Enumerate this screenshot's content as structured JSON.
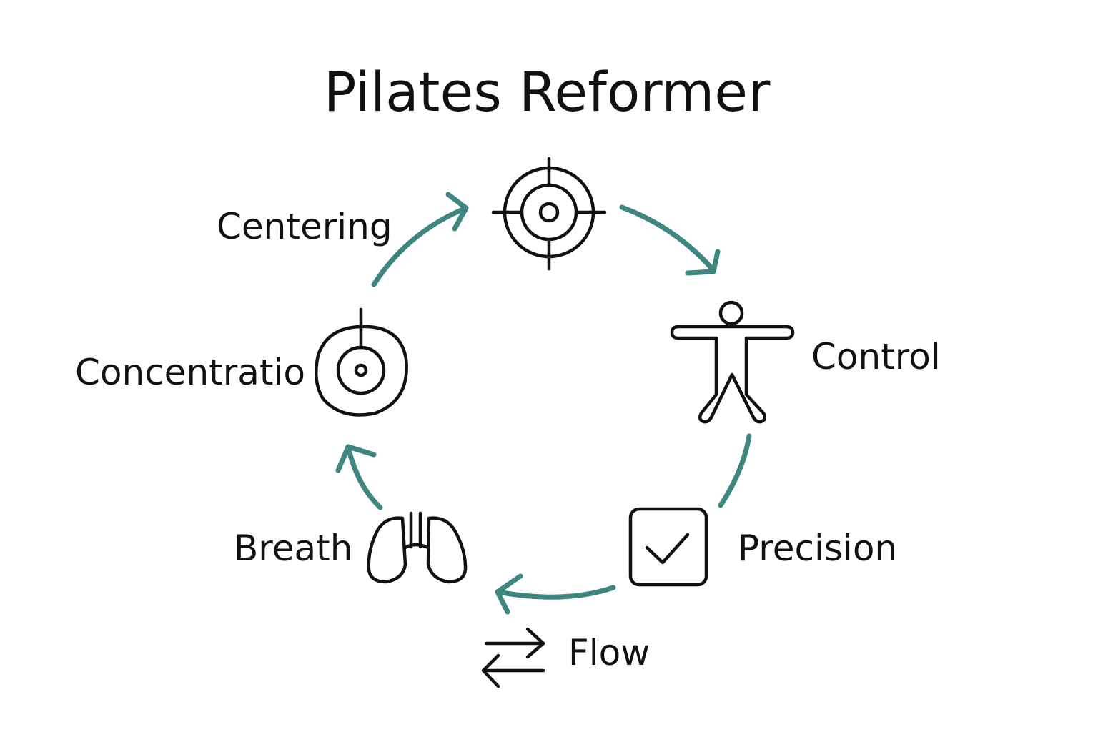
{
  "title": "Pilates Reformer",
  "accent_color": "#3f8580",
  "nodes": [
    {
      "label": "Centering",
      "icon": "target-crosshair-icon"
    },
    {
      "label": "Control",
      "icon": "person-arms-out-icon"
    },
    {
      "label": "Precision",
      "icon": "checkbox-checked-icon"
    },
    {
      "label": "Flow",
      "icon": "swap-arrows-icon"
    },
    {
      "label": "Breath",
      "icon": "lungs-icon"
    },
    {
      "label": "Concentratio",
      "icon": "bullseye-icon"
    }
  ]
}
